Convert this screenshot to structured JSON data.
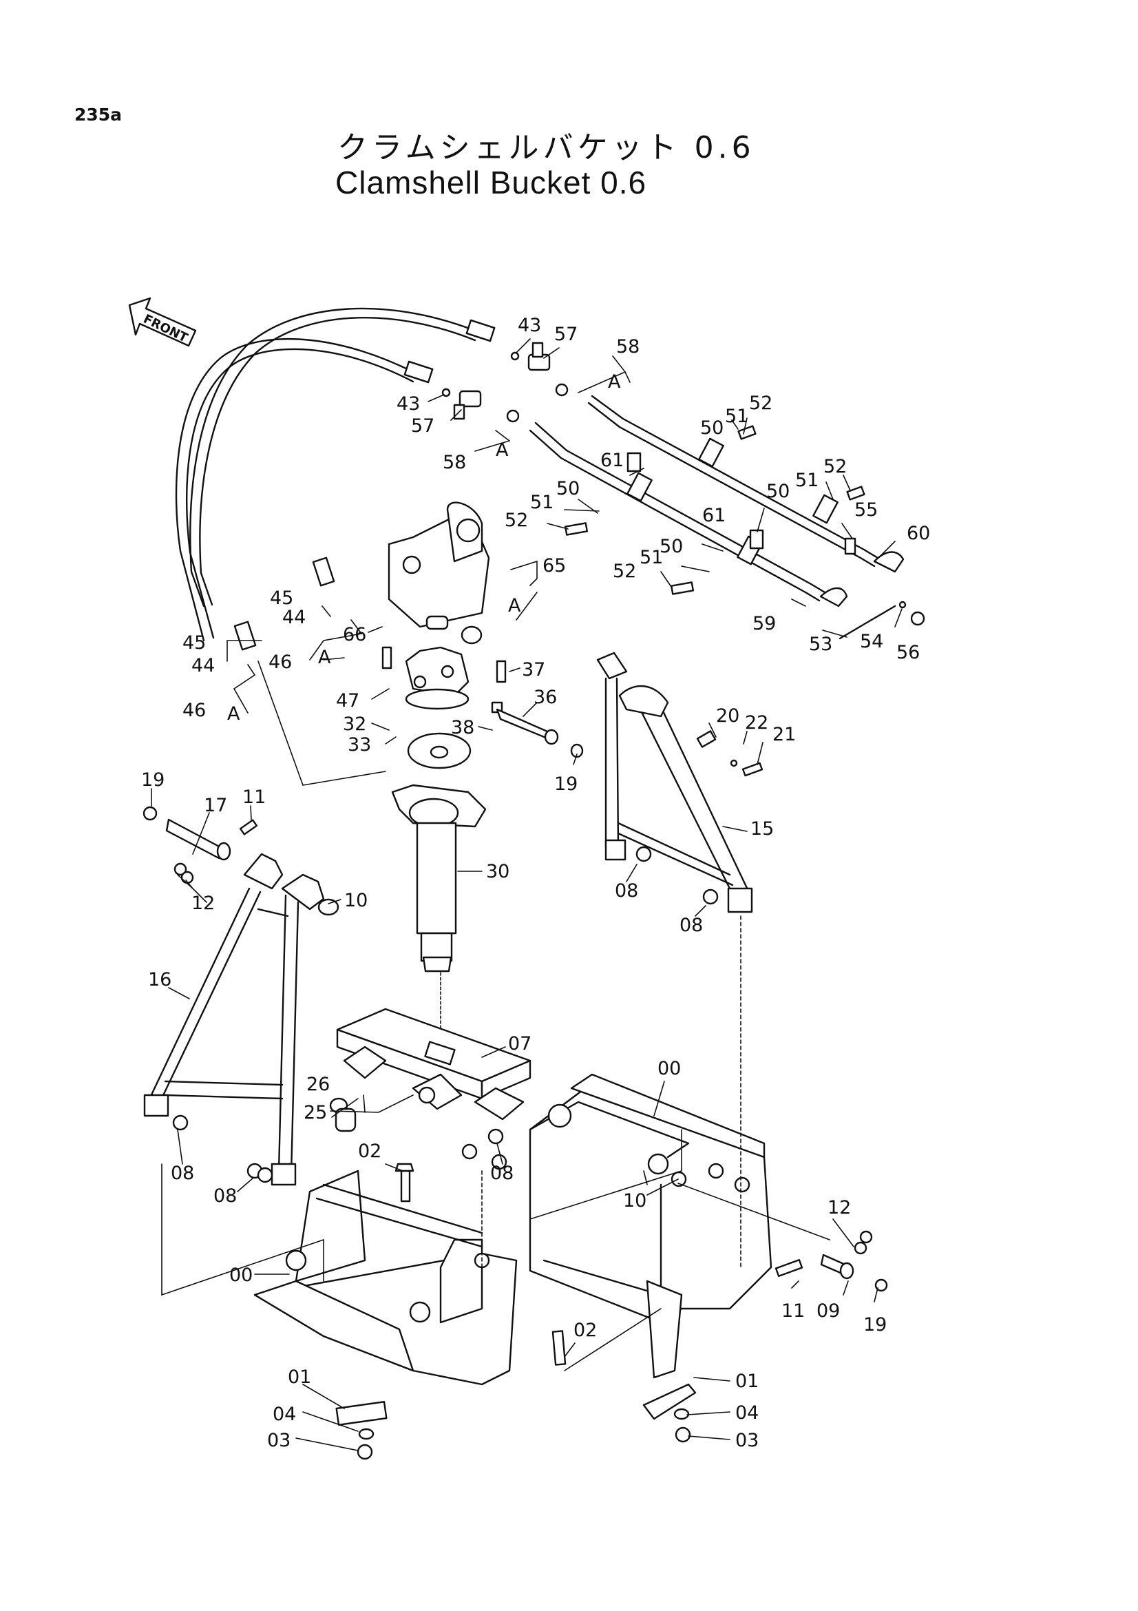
{
  "header": {
    "page_code": "235a",
    "title_jp": "クラムシェルバケット 0.6",
    "title_en": "Clamshell Bucket 0.6"
  },
  "front_indicator": "FRONT",
  "callouts": [
    {
      "id": "c43a",
      "text": "43"
    },
    {
      "id": "c57a",
      "text": "57"
    },
    {
      "id": "c58a",
      "text": "58"
    },
    {
      "id": "cAa",
      "text": "A"
    },
    {
      "id": "c43b",
      "text": "43"
    },
    {
      "id": "c57b",
      "text": "57"
    },
    {
      "id": "c58b",
      "text": "58"
    },
    {
      "id": "cAb",
      "text": "A"
    },
    {
      "id": "c50a",
      "text": "50"
    },
    {
      "id": "c51a",
      "text": "51"
    },
    {
      "id": "c52a",
      "text": "52"
    },
    {
      "id": "c61a",
      "text": "61"
    },
    {
      "id": "c50b",
      "text": "50"
    },
    {
      "id": "c51b",
      "text": "51"
    },
    {
      "id": "c52b",
      "text": "52"
    },
    {
      "id": "c52c",
      "text": "52"
    },
    {
      "id": "c50c",
      "text": "50"
    },
    {
      "id": "c51c",
      "text": "51"
    },
    {
      "id": "c55",
      "text": "55"
    },
    {
      "id": "c60",
      "text": "60"
    },
    {
      "id": "c61b",
      "text": "61"
    },
    {
      "id": "c50d",
      "text": "50"
    },
    {
      "id": "c51d",
      "text": "51"
    },
    {
      "id": "c52d",
      "text": "52"
    },
    {
      "id": "c59",
      "text": "59"
    },
    {
      "id": "c53",
      "text": "53"
    },
    {
      "id": "c54",
      "text": "54"
    },
    {
      "id": "c56",
      "text": "56"
    },
    {
      "id": "c65",
      "text": "65"
    },
    {
      "id": "cAc",
      "text": "A"
    },
    {
      "id": "c66",
      "text": "66"
    },
    {
      "id": "c45a",
      "text": "45"
    },
    {
      "id": "c44a",
      "text": "44"
    },
    {
      "id": "c46a",
      "text": "46"
    },
    {
      "id": "cAd",
      "text": "A"
    },
    {
      "id": "c45b",
      "text": "45"
    },
    {
      "id": "c44b",
      "text": "44"
    },
    {
      "id": "c46b",
      "text": "46"
    },
    {
      "id": "cAe",
      "text": "A"
    },
    {
      "id": "c47",
      "text": "47"
    },
    {
      "id": "c32",
      "text": "32"
    },
    {
      "id": "c33",
      "text": "33"
    },
    {
      "id": "c37",
      "text": "37"
    },
    {
      "id": "c36",
      "text": "36"
    },
    {
      "id": "c38",
      "text": "38"
    },
    {
      "id": "c19a",
      "text": "19"
    },
    {
      "id": "c20",
      "text": "20"
    },
    {
      "id": "c22",
      "text": "22"
    },
    {
      "id": "c21",
      "text": "21"
    },
    {
      "id": "c15",
      "text": "15"
    },
    {
      "id": "c08a",
      "text": "08"
    },
    {
      "id": "c08b",
      "text": "08"
    },
    {
      "id": "c19b",
      "text": "19"
    },
    {
      "id": "c17",
      "text": "17"
    },
    {
      "id": "c11a",
      "text": "11"
    },
    {
      "id": "c12a",
      "text": "12"
    },
    {
      "id": "c10a",
      "text": "10"
    },
    {
      "id": "c30",
      "text": "30"
    },
    {
      "id": "c16",
      "text": "16"
    },
    {
      "id": "c07",
      "text": "07"
    },
    {
      "id": "c26",
      "text": "26"
    },
    {
      "id": "c25",
      "text": "25"
    },
    {
      "id": "c02a",
      "text": "02"
    },
    {
      "id": "c08c",
      "text": "08"
    },
    {
      "id": "c08d",
      "text": "08"
    },
    {
      "id": "c08e",
      "text": "08"
    },
    {
      "id": "c00a",
      "text": "00"
    },
    {
      "id": "c00b",
      "text": "00"
    },
    {
      "id": "c10b",
      "text": "10"
    },
    {
      "id": "c12b",
      "text": "12"
    },
    {
      "id": "c11b",
      "text": "11"
    },
    {
      "id": "c09",
      "text": "09"
    },
    {
      "id": "c19c",
      "text": "19"
    },
    {
      "id": "c02b",
      "text": "02"
    },
    {
      "id": "c01a",
      "text": "01"
    },
    {
      "id": "c04a",
      "text": "04"
    },
    {
      "id": "c03a",
      "text": "03"
    },
    {
      "id": "c01b",
      "text": "01"
    },
    {
      "id": "c04b",
      "text": "04"
    },
    {
      "id": "c03b",
      "text": "03"
    }
  ]
}
